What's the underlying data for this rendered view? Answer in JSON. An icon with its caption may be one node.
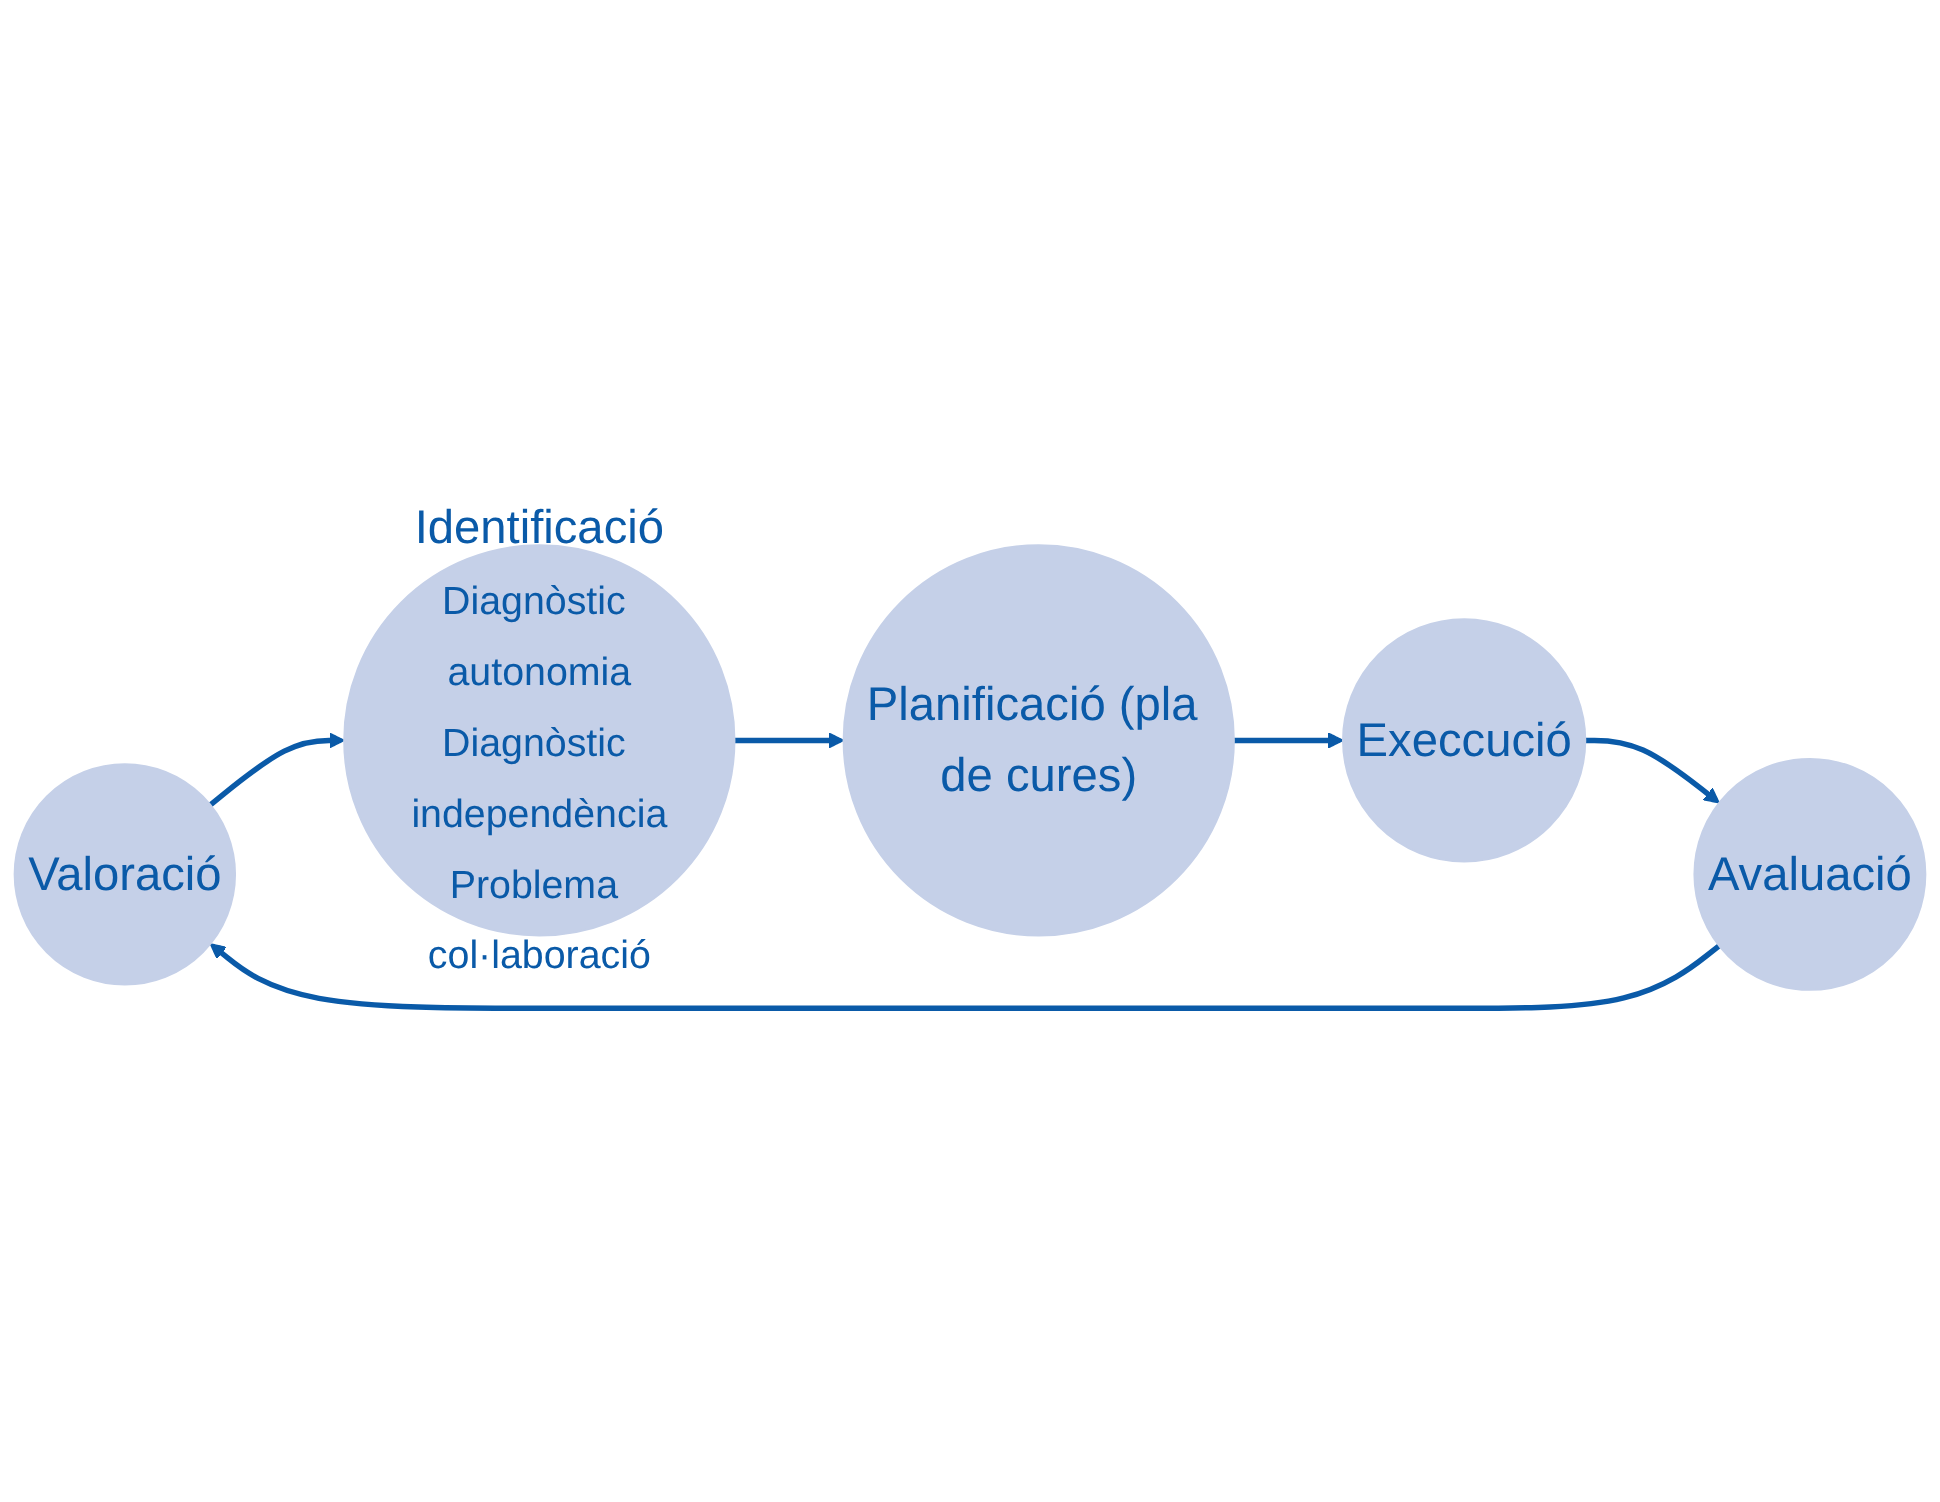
{
  "diagram": {
    "nodes": [
      {
        "text": [
          "Valoració"
        ]
      },
      {
        "text": [
          "Identificació",
          "Diagnòstic autonomia",
          "Diagnòstic independència",
          "Problema col·laboració"
        ]
      },
      {
        "text": [
          "Planificació (pla de cures)"
        ]
      },
      {
        "text": [
          "Execcució"
        ]
      },
      {
        "text": [
          "Avaluació"
        ]
      }
    ],
    "edges": [
      {
        "from": 0,
        "to": 1,
        "arrow": "to"
      },
      {
        "from": 1,
        "to": 2,
        "arrow": "to"
      },
      {
        "from": 2,
        "to": 3,
        "arrow": "to"
      },
      {
        "from": 3,
        "to": 4,
        "arrow": "to"
      },
      {
        "from": 4,
        "to": 0,
        "arrow": "to"
      }
    ]
  }
}
